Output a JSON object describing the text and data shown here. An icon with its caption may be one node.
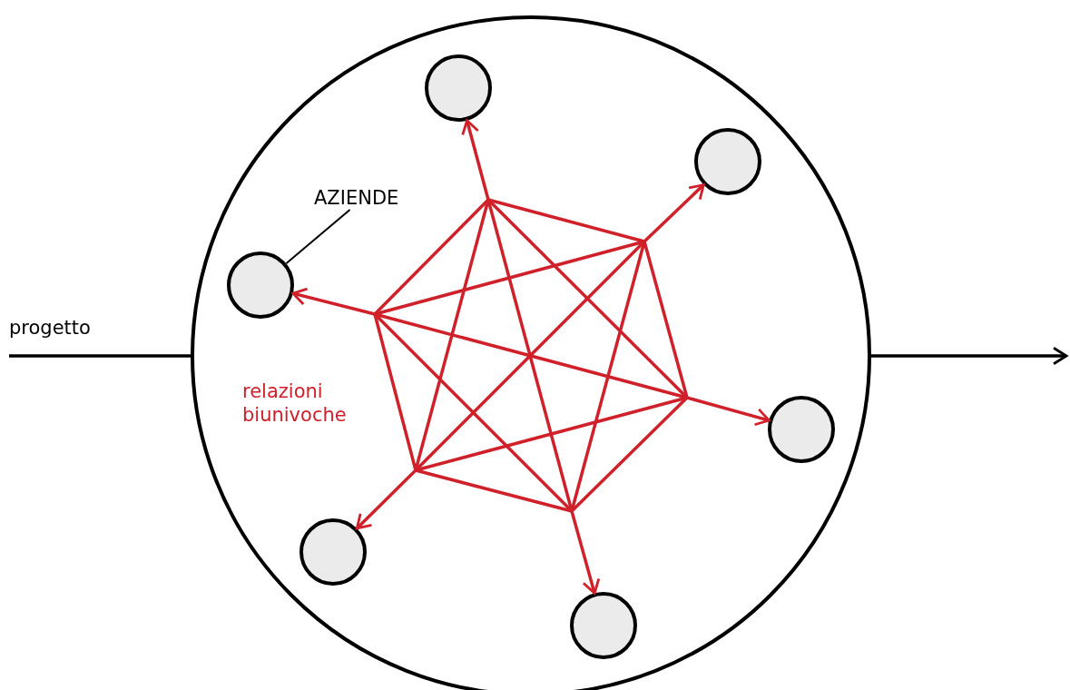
{
  "diagram": {
    "nodes": [
      {
        "text": [],
        "shape": "circle"
      },
      {
        "text": [],
        "shape": "circle",
        "in": 0
      },
      {
        "text": [],
        "shape": "circle",
        "in": 0
      },
      {
        "text": [],
        "shape": "circle",
        "in": 0
      },
      {
        "text": [],
        "shape": "circle",
        "in": 0
      },
      {
        "text": [],
        "shape": "circle",
        "in": 0
      },
      {
        "text": [],
        "shape": "circle",
        "in": 0
      },
      {
        "text": [
          "AZIENDE"
        ],
        "in": 0
      }
    ],
    "edges": [
      {
        "from": null,
        "to": 0,
        "arrow": "none",
        "label": "progetto",
        "color": "#000000"
      },
      {
        "from": 0,
        "to": null,
        "arrow": "to",
        "color": "#000000"
      },
      {
        "from": 7,
        "to": 3,
        "arrow": "none",
        "color": "#000000"
      },
      {
        "from": null,
        "to": 1,
        "arrow": "to",
        "color": "#d0202a"
      },
      {
        "from": null,
        "to": 2,
        "arrow": "to",
        "color": "#d0202a"
      },
      {
        "from": null,
        "to": 3,
        "arrow": "to",
        "color": "#d0202a"
      },
      {
        "from": null,
        "to": 4,
        "arrow": "to",
        "color": "#d0202a"
      },
      {
        "from": null,
        "to": 5,
        "arrow": "to",
        "color": "#d0202a"
      },
      {
        "from": null,
        "to": 6,
        "arrow": "to",
        "color": "#d0202a"
      }
    ],
    "labels": [
      "relazioni biunivoche"
    ]
  }
}
